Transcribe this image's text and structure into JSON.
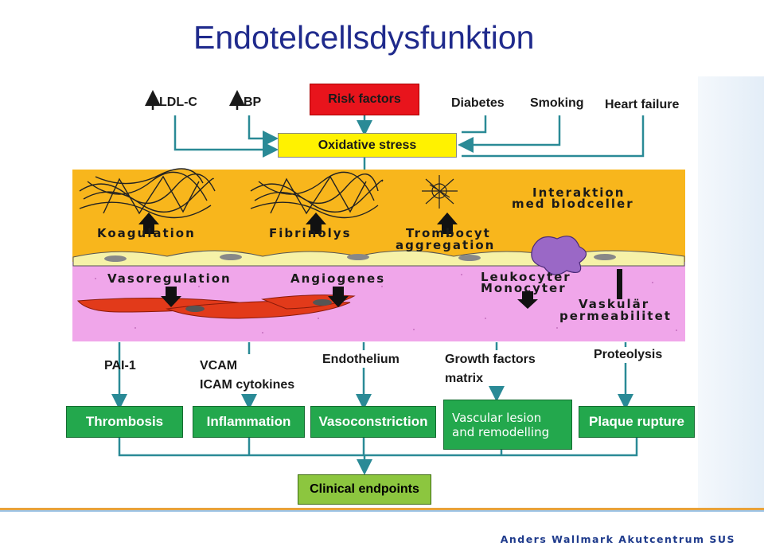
{
  "title": "Endotelcellsdysfunktion",
  "footer": "Anders Wallmark Akutcentrum SUS",
  "top": {
    "ldl": "LDL-C",
    "bp": "BP",
    "risk_factors": "Risk factors",
    "diabetes": "Diabetes",
    "smoking": "Smoking",
    "heart_failure": "Heart failure",
    "oxidative_stress": "Oxidative stress"
  },
  "orange_band": {
    "koagulation": "Koagulation",
    "fibrinolys": "Fibrinolys",
    "trombocyt_line1": "Trombocyt",
    "trombocyt_line2": "aggregation",
    "interaktion_line1": "Interaktion",
    "interaktion_line2": "med blodceller"
  },
  "pink_band": {
    "vasoregulation": "Vasoregulation",
    "angiogenes": "Angiogenes",
    "leukocyter": "Leukocyter",
    "monocyter": "Monocyter",
    "vaskular_line1": "Vaskulär",
    "vaskular_line2": "permeabilitet"
  },
  "mediators": {
    "pai1": "PAI-1",
    "vcam": "VCAM",
    "icam": "ICAM cytokines",
    "endothelium": "Endothelium",
    "growth_factors": "Growth factors",
    "matrix": "matrix",
    "proteolysis": "Proteolysis"
  },
  "outcomes": {
    "thrombosis": "Thrombosis",
    "inflammation": "Inflammation",
    "vasoconstriction": "Vasoconstriction",
    "vascular_line1": "Vascular lesion",
    "vascular_line2": "and remodelling",
    "plaque_rupture": "Plaque rupture"
  },
  "endpoint": "Clinical endpoints",
  "colors": {
    "title": "#1f2a8c",
    "arrow": "#2a8a96",
    "risk_box": "#e8141c",
    "stress_box": "#fff200",
    "outcome_box": "#23a84d",
    "endpoint_box": "#8cc63f",
    "band_orange": "#f8b61c",
    "band_pink": "#f0a6ea"
  }
}
